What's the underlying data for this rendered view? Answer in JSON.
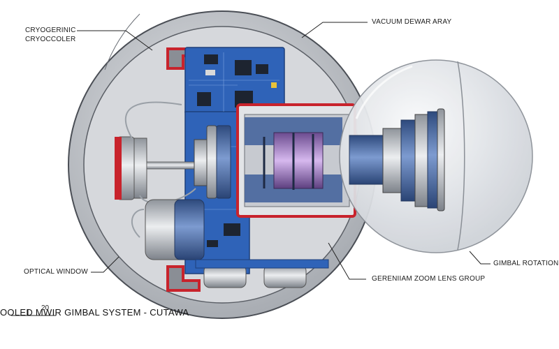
{
  "labels": {
    "cryocooler_line1": "CRYOGERINIC",
    "cryocooler_line2": "CRYOCCOLER",
    "vacuum_dewar": "VACUUM DEWAR ARAY",
    "optical_window": "OPTICAL WINDOW",
    "zoom_lens": "GERENIIAM ZOOM LENS GROUP",
    "gimbal_rotation": "GIMBAL ROTATION I"
  },
  "page_number": "20",
  "title": "OOLED MWIR GIMBAL SYSTEM - CUTAWA",
  "colors": {
    "housing": "#c9ccd1",
    "interior": "#d9dbde",
    "pcb": "#2f63b8",
    "red_seal": "#c8232c",
    "lens_blue": "#3e5f9a",
    "dome": "#e6e8ec"
  }
}
